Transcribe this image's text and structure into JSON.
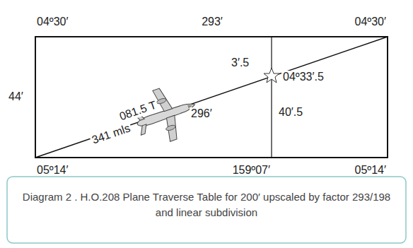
{
  "diagram": {
    "caption": "Diagram 2 . H.O.208 Plane Traverse Table for 200′ upscaled by factor 293/198 and linear subdivision",
    "labels": [
      "04º30′",
      "293′",
      "04º30′",
      "44′",
      "3′.5",
      "04º33′.5",
      "081.5 T",
      "296′",
      "40′.5",
      "341 mls",
      "05º14′",
      "159º07′",
      "05º14′"
    ]
  }
}
